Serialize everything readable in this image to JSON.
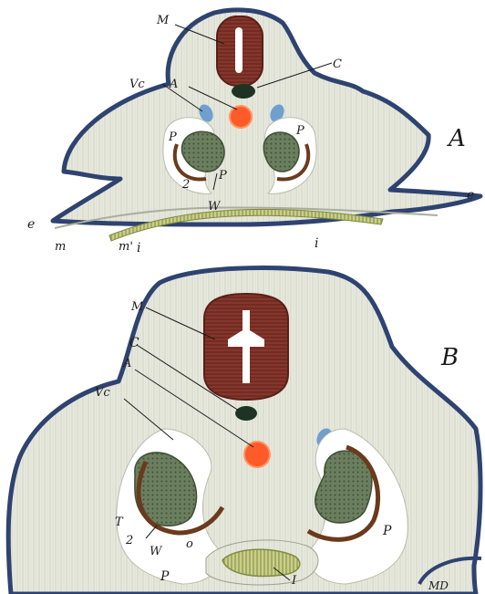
{
  "figure": {
    "panels": [
      {
        "id": "A",
        "letter": "A",
        "labels": {
          "M": "M",
          "C": "C",
          "A": "A",
          "Vc": "Vc",
          "P1": "P",
          "P2": "P",
          "P3": "P",
          "two": "2",
          "W": "W",
          "e1": "e",
          "e2": "e",
          "m1": "m",
          "m2": "m'",
          "i1": "i",
          "i2": "i"
        }
      },
      {
        "id": "B",
        "letter": "B",
        "labels": {
          "M": "M",
          "C": "C",
          "A": "A",
          "Vc": "Vc",
          "T": "T",
          "two": "2",
          "W": "W",
          "o": "o",
          "P1": "P",
          "P2": "P",
          "I": "I",
          "MD": "MD"
        }
      }
    ],
    "colors": {
      "background": "#ffffff",
      "tissue": "#e6e8de",
      "ectoderm": "#2f4370",
      "neural_tube": "#7a2f25",
      "notochord": "#1e3324",
      "aorta": "#ff5a2a",
      "cardinal_vein": "#6f9fcf",
      "wolffian_body": "#586d4e",
      "mesentery_band": "#6b3a1c",
      "gut": "#b8c27a"
    }
  }
}
